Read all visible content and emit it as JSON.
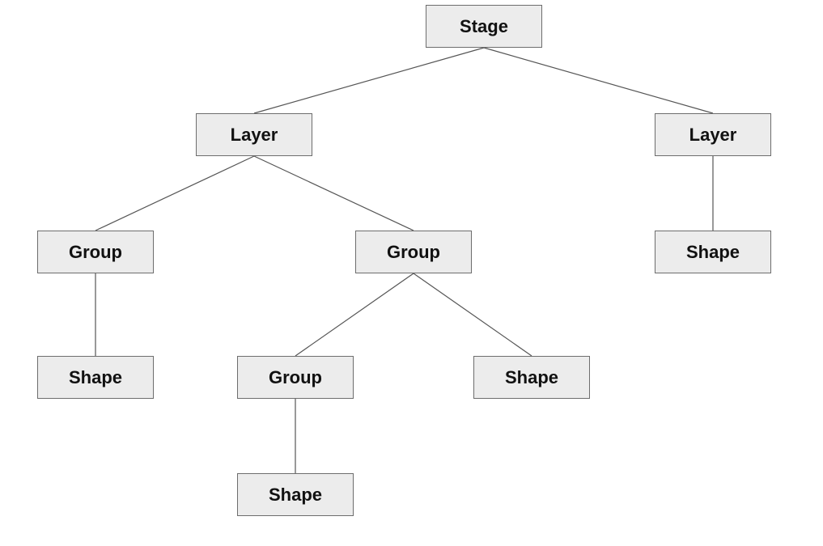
{
  "nodes": {
    "stage": "Stage",
    "layer_left": "Layer",
    "layer_right": "Layer",
    "group_left": "Group",
    "group_middle": "Group",
    "shape_right": "Shape",
    "shape_left": "Shape",
    "group_inner": "Group",
    "shape_middle": "Shape",
    "shape_bottom": "Shape"
  },
  "edges": [
    [
      "stage",
      "layer_left"
    ],
    [
      "stage",
      "layer_right"
    ],
    [
      "layer_left",
      "group_left"
    ],
    [
      "layer_left",
      "group_middle"
    ],
    [
      "layer_right",
      "shape_right"
    ],
    [
      "group_left",
      "shape_left"
    ],
    [
      "group_middle",
      "group_inner"
    ],
    [
      "group_middle",
      "shape_middle"
    ],
    [
      "group_inner",
      "shape_bottom"
    ]
  ],
  "colors": {
    "node_fill": "#ececec",
    "node_border": "#6d6d6d",
    "edge": "#555555"
  }
}
